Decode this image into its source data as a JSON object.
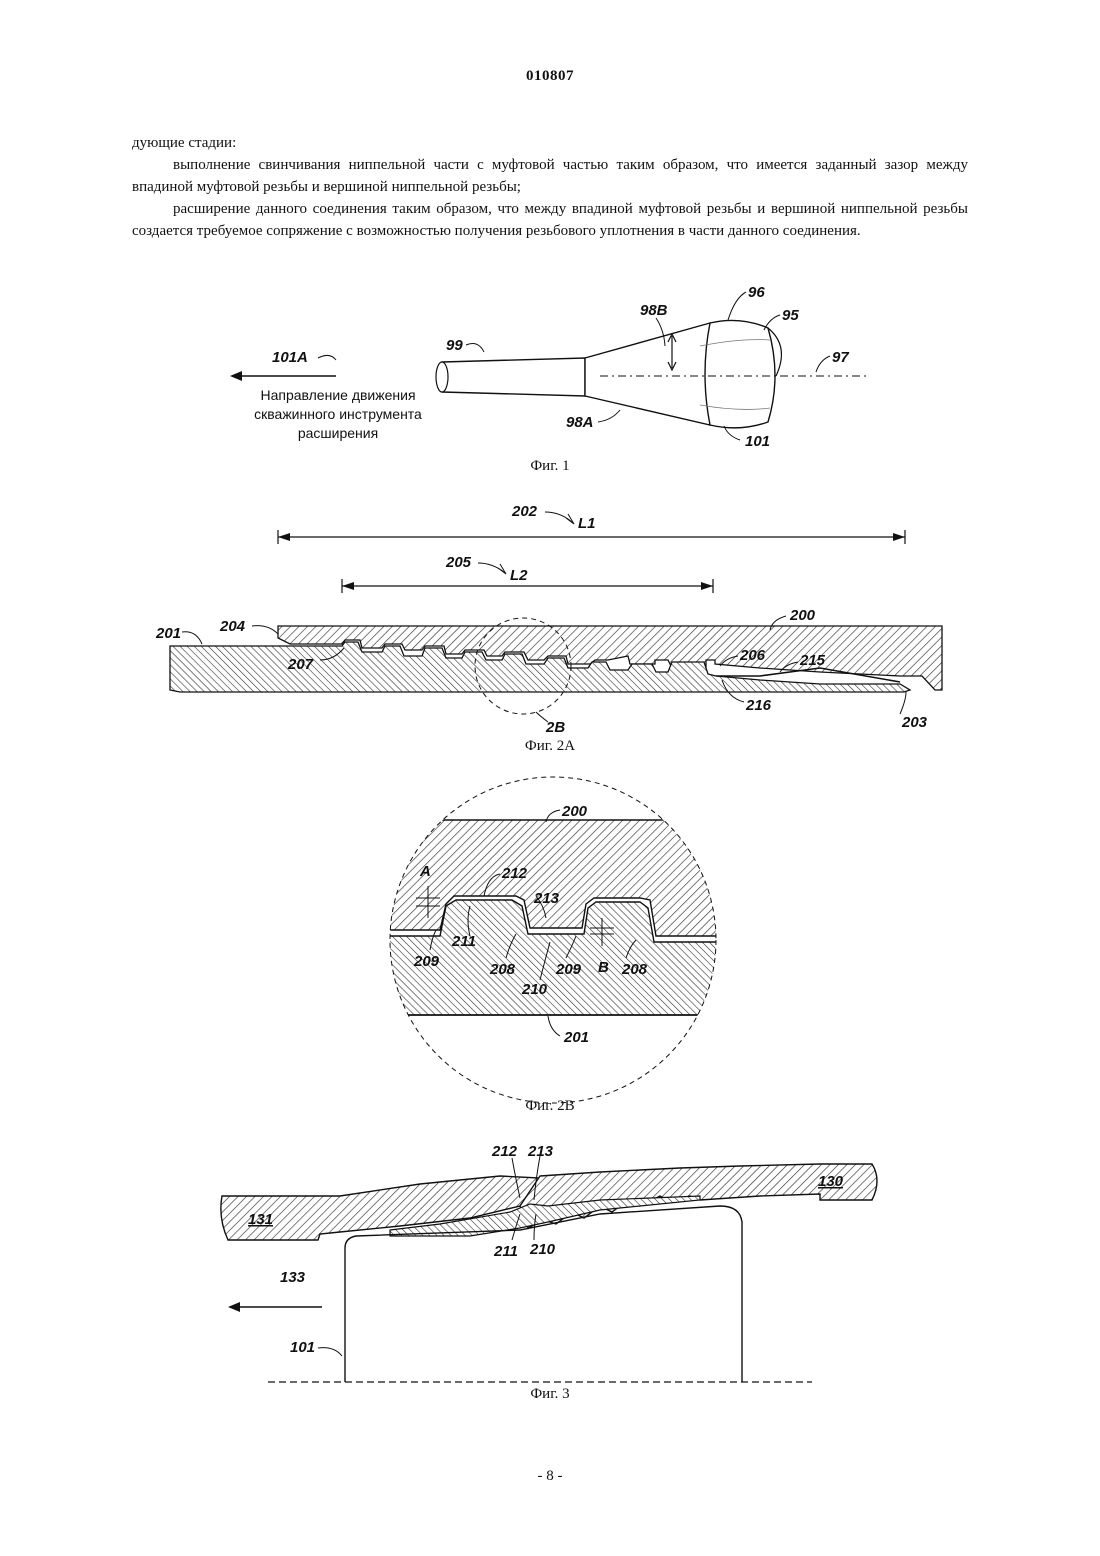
{
  "header": {
    "doc_number": "010807"
  },
  "body": {
    "paragraphs": [
      "дующие стадии:",
      "выполнение свинчивания ниппельной части с муфтовой частью таким образом, что имеется заданный зазор между впадиной муфтовой резьбы и вершиной ниппельной резьбы;",
      "расширение данного соединения таким образом, что между впадиной муфтовой резьбы и вершиной ниппельной резьбы создается требуемое сопряжение с возможностью получения резьбового уплотнения в части данного соединения."
    ]
  },
  "fig1": {
    "caption": "Фиг. 1",
    "labels": {
      "l101a": "101A",
      "l99": "99",
      "l98b": "98B",
      "l96": "96",
      "l95": "95",
      "l97": "97",
      "l98a": "98A",
      "l101": "101"
    },
    "direction_text": [
      "Направление движения",
      "скважинного инструмента",
      "расширения"
    ]
  },
  "fig2a": {
    "caption": "Фиг. 2А",
    "labels": {
      "l202": "202",
      "lL1": "L1",
      "l205": "205",
      "lL2": "L2",
      "l201": "201",
      "l204": "204",
      "l200": "200",
      "l207": "207",
      "l206": "206",
      "l215": "215",
      "l216": "216",
      "l203": "203",
      "l2b": "2B"
    }
  },
  "fig2b": {
    "caption": "Фиг. 2В",
    "labels": {
      "l200": "200",
      "lA": "A",
      "l212": "212",
      "l213": "213",
      "l211": "211",
      "l209a": "209",
      "l208a": "208",
      "l209b": "209",
      "lB": "B",
      "l208b": "208",
      "l210": "210",
      "l201": "201"
    }
  },
  "fig3": {
    "caption": "Фиг. 3",
    "labels": {
      "l212": "212",
      "l213": "213",
      "l130": "130",
      "l131": "131",
      "l211": "211",
      "l210": "210",
      "l133": "133",
      "l101": "101"
    }
  },
  "footer": {
    "page_number": "- 8 -"
  }
}
